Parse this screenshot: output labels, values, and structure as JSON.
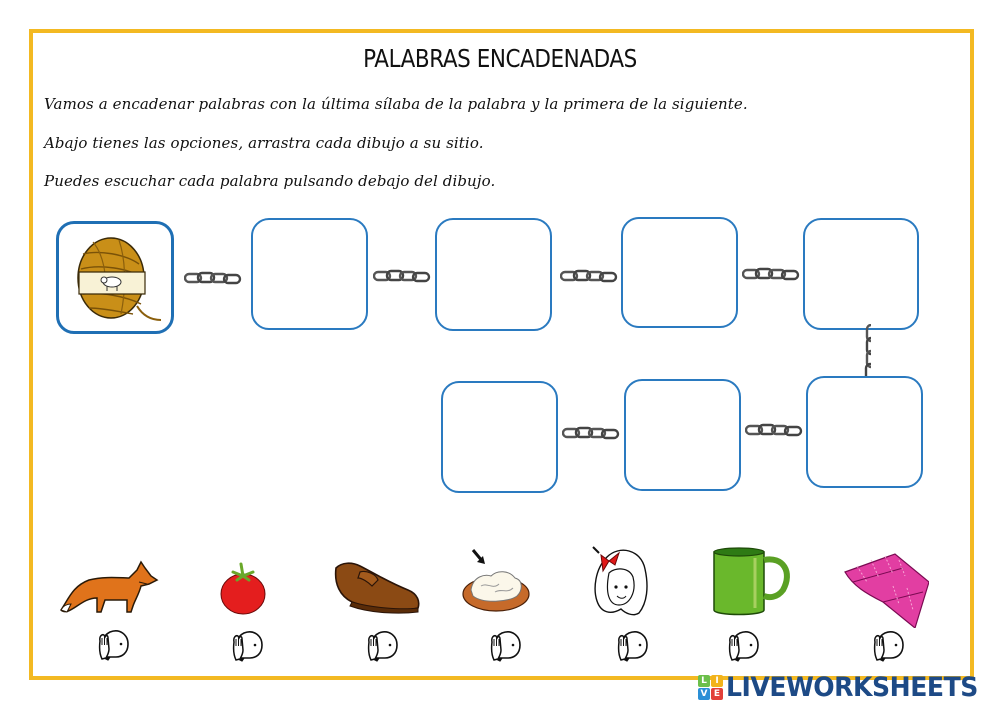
{
  "worksheet": {
    "title": "PALABRAS ENCADENADAS",
    "instructions": [
      "Vamos a encadenar palabras con la última sílaba de la palabra y la primera de la siguiente.",
      "Abajo tienes las opciones, arrastra cada dibujo a su sitio.",
      "Puedes escuchar cada palabra pulsando debajo del dibujo."
    ],
    "border_color": "#f3b922",
    "slot_color": "#2a7ac0"
  },
  "chain_slots": [
    {
      "index": 1,
      "content": "ovillo (ball of yarn)",
      "filled": true
    },
    {
      "index": 2,
      "content": "",
      "filled": false
    },
    {
      "index": 3,
      "content": "",
      "filled": false
    },
    {
      "index": 4,
      "content": "",
      "filled": false
    },
    {
      "index": 5,
      "content": "",
      "filled": false
    },
    {
      "index": 6,
      "content": "",
      "filled": false
    },
    {
      "index": 7,
      "content": "",
      "filled": false
    },
    {
      "index": 8,
      "content": "",
      "filled": false
    }
  ],
  "options": [
    {
      "picture": "fox",
      "audio_icon": "listen-icon"
    },
    {
      "picture": "tomato",
      "audio_icon": "listen-icon"
    },
    {
      "picture": "shoe",
      "audio_icon": "listen-icon"
    },
    {
      "picture": "plate of food",
      "audio_icon": "listen-icon"
    },
    {
      "picture": "girl with red bow",
      "audio_icon": "listen-icon"
    },
    {
      "picture": "green mug",
      "audio_icon": "listen-icon"
    },
    {
      "picture": "pink towel",
      "audio_icon": "listen-icon"
    }
  ],
  "branding": {
    "badge_letters": [
      "L",
      "I",
      "V",
      "E"
    ],
    "badge_colors": [
      "#6cbf4a",
      "#f2b31b",
      "#2b8fd6",
      "#e2403a"
    ],
    "name": "LIVEWORKSHEETS"
  }
}
